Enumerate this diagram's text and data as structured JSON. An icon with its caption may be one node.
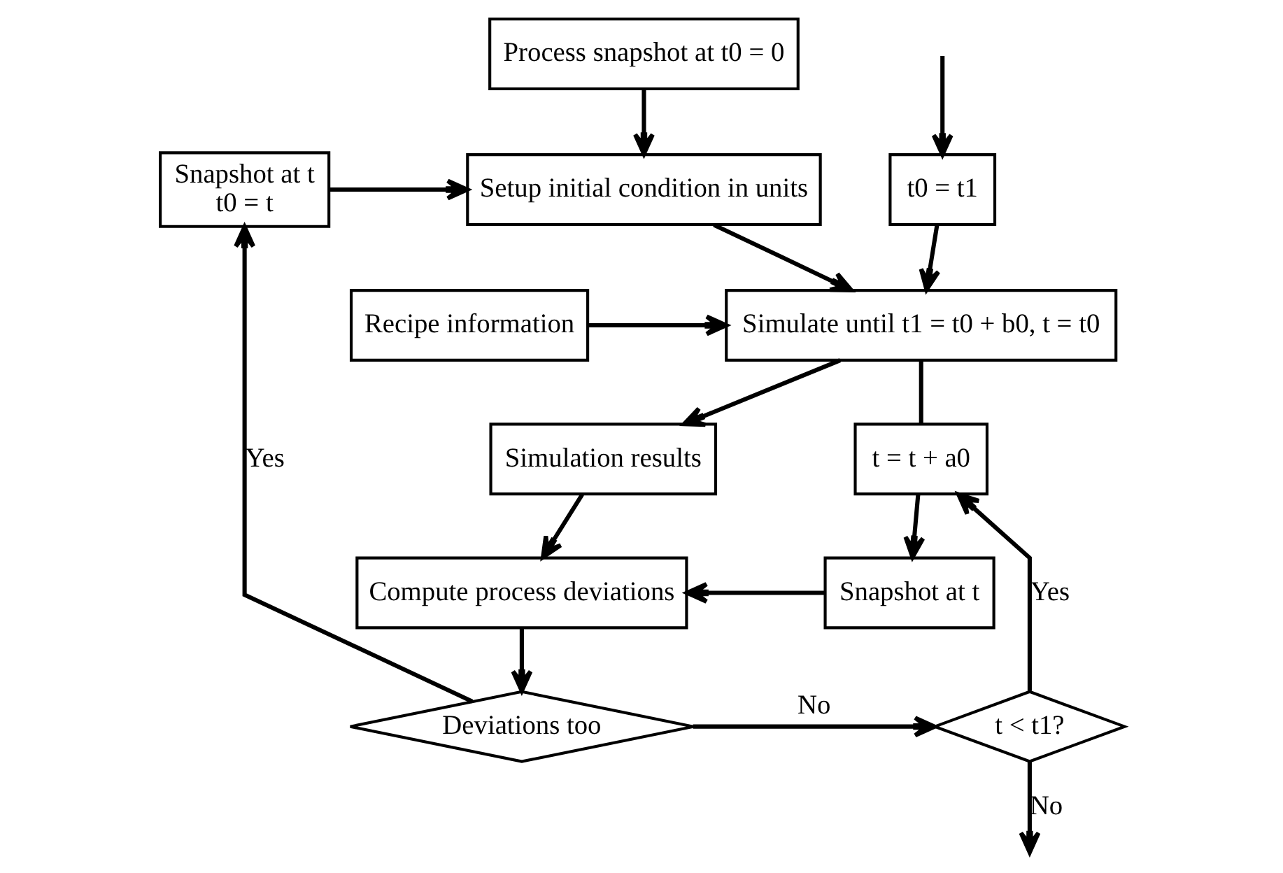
{
  "diagram": {
    "nodes": [
      {
        "text": [
          "Process snapshot at t0 = 0"
        ]
      },
      {
        "text": [
          "Setup initial condition in units"
        ]
      },
      {
        "text": [
          "t0 = t1"
        ]
      },
      {
        "text": [
          "Snapshot at t",
          "t0 = t"
        ]
      },
      {
        "text": [
          "Simulate until t1 = t0 + b0, t = t0"
        ]
      },
      {
        "text": [
          "Recipe information"
        ]
      },
      {
        "text": [
          "t = t + a0"
        ]
      },
      {
        "text": [
          "Simulation results"
        ]
      },
      {
        "text": [
          "Compute process deviations"
        ]
      },
      {
        "text": [
          "Snapshot at t"
        ]
      },
      {
        "text": [
          "Deviations too"
        ]
      },
      {
        "text": [
          "t < t1?"
        ]
      }
    ],
    "edges": [
      {
        "from": 0,
        "to": 1,
        "arrow": "to"
      },
      {
        "from": 3,
        "to": 1,
        "arrow": "to"
      },
      {
        "from": 1,
        "to": 4,
        "arrow": "to"
      },
      {
        "from": 2,
        "to": 4,
        "arrow": "to"
      },
      {
        "from": 5,
        "to": 4,
        "arrow": "to"
      },
      {
        "from": 4,
        "to": 7,
        "arrow": "to"
      },
      {
        "from": 4,
        "to": 6,
        "arrow": "none"
      },
      {
        "from": 6,
        "to": 9,
        "arrow": "to"
      },
      {
        "from": 7,
        "to": 8,
        "arrow": "to"
      },
      {
        "from": 9,
        "to": 8,
        "arrow": "to"
      },
      {
        "from": 8,
        "to": 10,
        "arrow": "to"
      },
      {
        "from": 10,
        "to": 3,
        "label": "Yes",
        "arrow": "to"
      },
      {
        "from": 10,
        "to": 11,
        "label": "No",
        "arrow": "to"
      },
      {
        "from": 11,
        "to": 6,
        "label": "Yes",
        "arrow": "to"
      },
      {
        "from": 11,
        "to": null,
        "label": "No",
        "arrow": "to"
      },
      {
        "from": null,
        "to": 2,
        "arrow": "to"
      }
    ]
  }
}
